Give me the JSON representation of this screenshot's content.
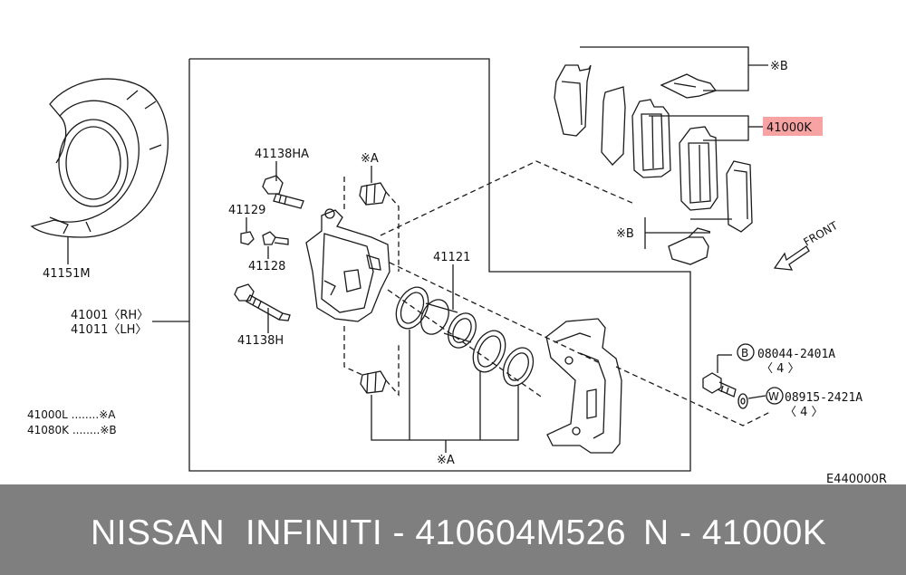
{
  "diagram": {
    "labels": {
      "part_41151m": "41151M",
      "part_41001": "41001〈RH〉",
      "part_41011": "41011〈LH〉",
      "part_41138ha": "41138HA",
      "part_41129": "41129",
      "part_41128": "41128",
      "part_41138h": "41138H",
      "part_41121": "41121",
      "mark_a_top": "※A",
      "mark_a_bottom": "※A",
      "mark_b_top": "※B",
      "mark_b_mid": "※B",
      "highlight_part": "41000K",
      "front": "FRONT",
      "bolt_code": "08044-2401A",
      "bolt_qty": "〈 4 〉",
      "bolt_prefix": "B",
      "washer_code": "08915-2421A",
      "washer_qty": "〈 4 〉",
      "washer_prefix": "W",
      "legend_a": "41000L ........※A",
      "legend_b": "41080K ........※B",
      "figure_code": "E440000R"
    },
    "colors": {
      "highlight": "#f7a3a3",
      "line": "#1a1a1a"
    }
  },
  "footer": {
    "left_text": "NISSAN  INFINITI - 410604M526",
    "right_text": "N - 41000K"
  }
}
